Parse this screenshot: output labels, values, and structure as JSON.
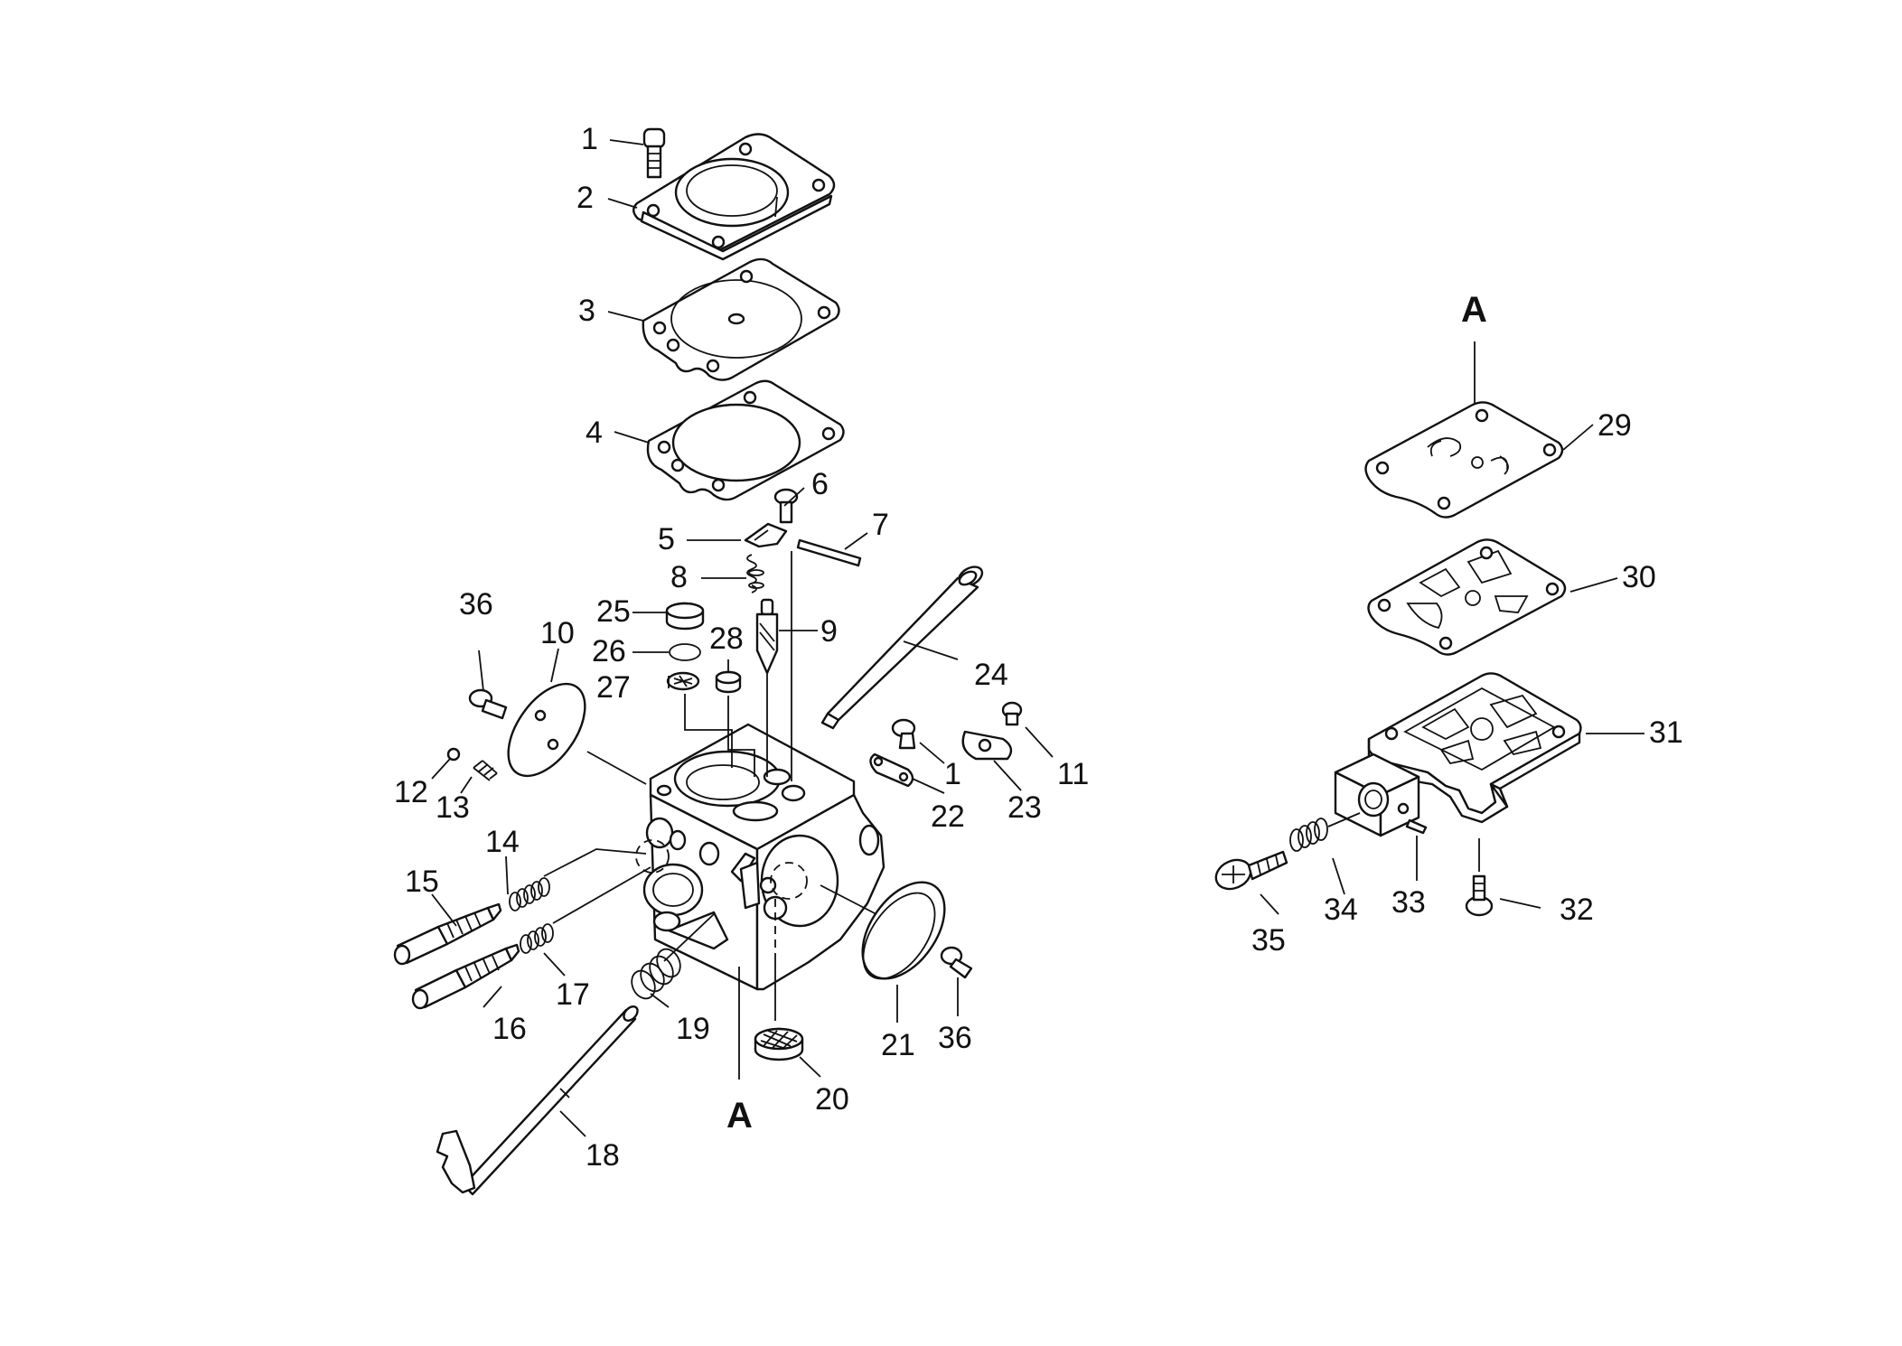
{
  "diagram": {
    "callouts": [
      {
        "id": "c1a",
        "text": "1"
      },
      {
        "id": "c2",
        "text": "2"
      },
      {
        "id": "c3",
        "text": "3"
      },
      {
        "id": "c4",
        "text": "4"
      },
      {
        "id": "c5",
        "text": "5"
      },
      {
        "id": "c6",
        "text": "6"
      },
      {
        "id": "c7",
        "text": "7"
      },
      {
        "id": "c8",
        "text": "8"
      },
      {
        "id": "c9",
        "text": "9"
      },
      {
        "id": "c10",
        "text": "10"
      },
      {
        "id": "c11",
        "text": "11"
      },
      {
        "id": "c12",
        "text": "12"
      },
      {
        "id": "c13",
        "text": "13"
      },
      {
        "id": "c14",
        "text": "14"
      },
      {
        "id": "c15",
        "text": "15"
      },
      {
        "id": "c16",
        "text": "16"
      },
      {
        "id": "c17",
        "text": "17"
      },
      {
        "id": "c18",
        "text": "18"
      },
      {
        "id": "c19",
        "text": "19"
      },
      {
        "id": "c20",
        "text": "20"
      },
      {
        "id": "c21",
        "text": "21"
      },
      {
        "id": "c22",
        "text": "22"
      },
      {
        "id": "c23",
        "text": "23"
      },
      {
        "id": "c24",
        "text": "24"
      },
      {
        "id": "c25",
        "text": "25"
      },
      {
        "id": "c26",
        "text": "26"
      },
      {
        "id": "c27",
        "text": "27"
      },
      {
        "id": "c28",
        "text": "28"
      },
      {
        "id": "c29",
        "text": "29"
      },
      {
        "id": "c30",
        "text": "30"
      },
      {
        "id": "c31",
        "text": "31"
      },
      {
        "id": "c32",
        "text": "32"
      },
      {
        "id": "c33",
        "text": "33"
      },
      {
        "id": "c34",
        "text": "34"
      },
      {
        "id": "c35",
        "text": "35"
      },
      {
        "id": "c36a",
        "text": "36"
      },
      {
        "id": "c36b",
        "text": "36"
      },
      {
        "id": "c1b",
        "text": "1"
      }
    ],
    "connectors": [
      {
        "id": "conA1",
        "text": "A"
      },
      {
        "id": "conA2",
        "text": "A"
      }
    ]
  }
}
